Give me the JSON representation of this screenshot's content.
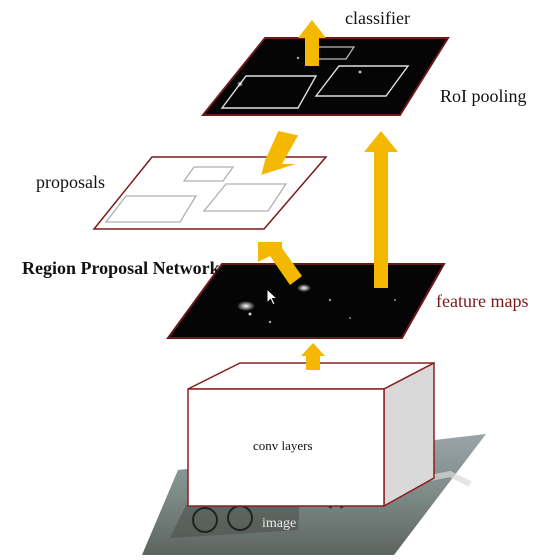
{
  "labels": {
    "classifier": "classifier",
    "roi_pooling": "RoI pooling",
    "proposals": "proposals",
    "rpn": "Region Proposal Network",
    "feature_maps": "feature maps",
    "conv_layers": "conv layers",
    "image": "image"
  },
  "colors": {
    "arrow": "#f5b800",
    "feature_map_fill": "#050505",
    "feature_maps_label": "#7a1a1a",
    "plane_border": "#6e1818",
    "box_border": "#d9d9d9"
  }
}
